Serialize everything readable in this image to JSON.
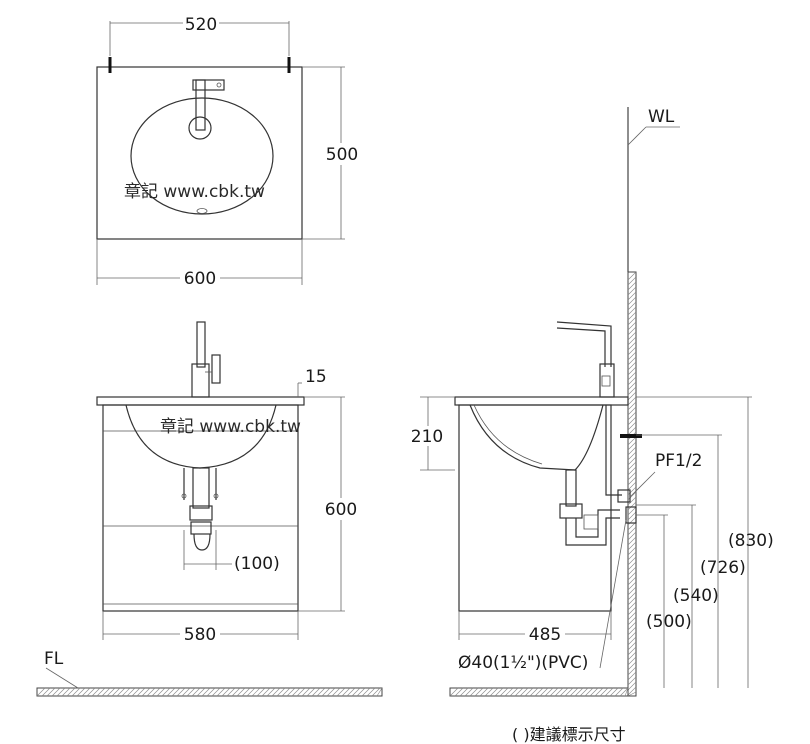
{
  "top_view": {
    "dim_width_pipes": "520",
    "dim_depth": "500",
    "dim_width": "600",
    "watermark": "章記 www.cbk.tw"
  },
  "front_view": {
    "dim_top_thickness": "15",
    "dim_height": "600",
    "dim_drain_offset": "(100)",
    "dim_width": "580",
    "watermark": "章記 www.cbk.tw"
  },
  "side_view": {
    "wall_label": "WL",
    "floor_label": "FL",
    "dim_basin_depth": "210",
    "water_inlet_label": "PF1/2",
    "dim_830": "(830)",
    "dim_726": "(726)",
    "dim_540": "(540)",
    "dim_500": "(500)",
    "dim_depth": "485",
    "drain_label": "Ø40(1½\")(PVC)"
  },
  "footnote": "( )建議標示尺寸"
}
